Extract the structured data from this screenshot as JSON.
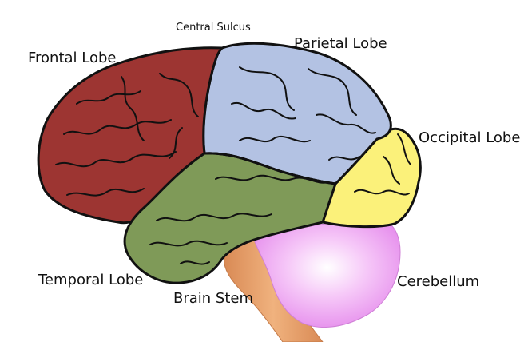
{
  "labels": {
    "frontal": "Frontal Lobe",
    "central_sulcus": "Central Sulcus",
    "parietal": "Parietal Lobe",
    "occipital": "Occipital Lobe",
    "temporal": "Temporal Lobe",
    "brain_stem": "Brain Stem",
    "cerebellum": "Cerebellum"
  },
  "colors": {
    "frontal": "#9d3532",
    "parietal": "#b3c2e3",
    "occipital": "#fbf17a",
    "temporal": "#7f9a58",
    "brain_stem": "#e9a06c",
    "cerebellum": "#ee9ef2",
    "outline": "#111111"
  }
}
